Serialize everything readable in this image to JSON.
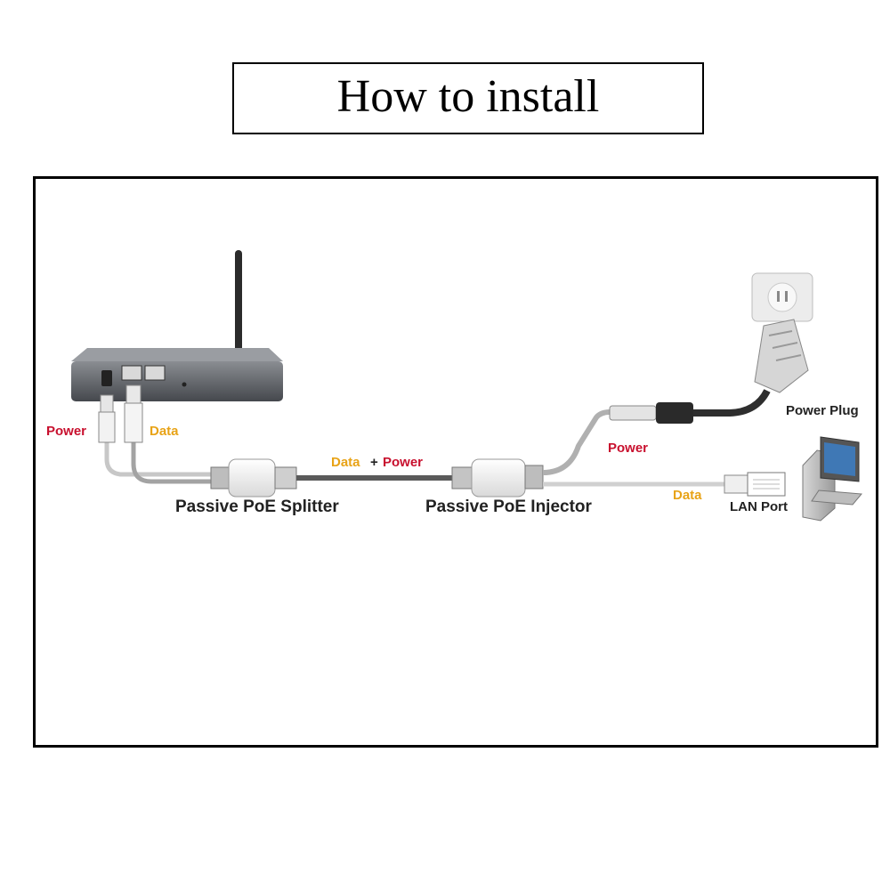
{
  "title": "How to install",
  "labels": {
    "power_left": "Power",
    "data_left": "Data",
    "splitter": "Passive PoE Splitter",
    "data_plus_power_data": "Data",
    "data_plus_power_plus": "+",
    "data_plus_power_power": "Power",
    "injector": "Passive PoE Injector",
    "power_right": "Power",
    "power_plug": "Power Plug",
    "data_right": "Data",
    "lan_port": "LAN Port"
  },
  "colors": {
    "power": "#c8102e",
    "data": "#e8a317",
    "text": "#222222"
  }
}
